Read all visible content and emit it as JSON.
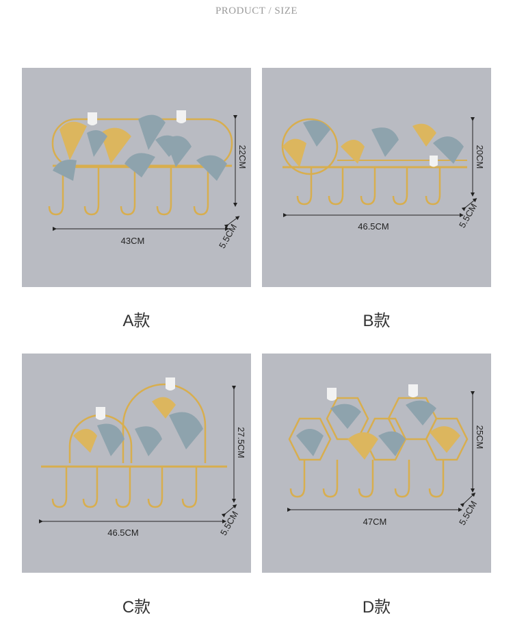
{
  "header": {
    "title": "PRODUCT / SIZE"
  },
  "colors": {
    "background": "#b9bbc2",
    "gold": "#d8ae4e",
    "leaf_gold": "#dcb65e",
    "leaf_blue": "#8ea3ad",
    "hook_white": "#f2f2f2",
    "dimension_line": "#222222"
  },
  "products": [
    {
      "id": "A",
      "label": "A款",
      "width": "43CM",
      "height": "22CM",
      "depth": "5.5CM"
    },
    {
      "id": "B",
      "label": "B款",
      "width": "46.5CM",
      "height": "20CM",
      "depth": "5.5CM"
    },
    {
      "id": "C",
      "label": "C款",
      "width": "46.5CM",
      "height": "27.5CM",
      "depth": "5.5CM"
    },
    {
      "id": "D",
      "label": "D款",
      "width": "47CM",
      "height": "25CM",
      "depth": "5.5CM"
    }
  ]
}
